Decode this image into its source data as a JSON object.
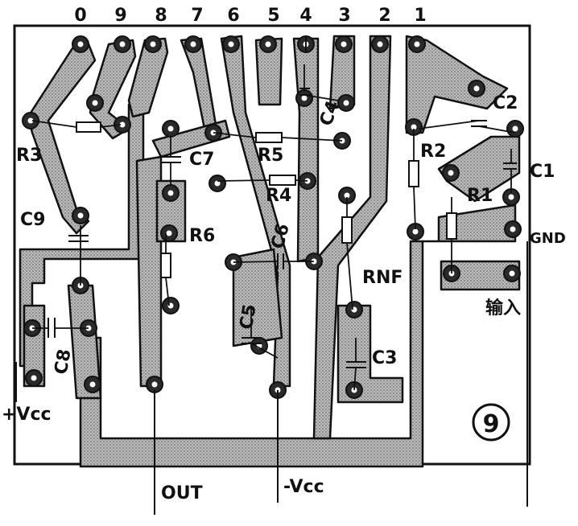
{
  "board": {
    "pin_numbers": [
      "0",
      "9",
      "8",
      "7",
      "6",
      "5",
      "4",
      "3",
      "2",
      "1"
    ],
    "figure_number": "9",
    "colors": {
      "ink": "#111111",
      "copper": "#c9c9c9",
      "paper": "#ffffff"
    }
  },
  "labels": {
    "r3": "R3",
    "c9": "C9",
    "c8": "C8",
    "c7": "C7",
    "r6": "R6",
    "r5": "R5",
    "r4": "R4",
    "c4": "C4",
    "c5": "C5",
    "c6": "C6",
    "r2": "R2",
    "r1": "R1",
    "c2": "C2",
    "c1": "C1",
    "rnf": "RNF",
    "c3": "C3",
    "gnd": "GND",
    "input": "输入",
    "vcc_plus": "+Vcc",
    "vcc_minus": "-Vcc",
    "out": "OUT"
  }
}
